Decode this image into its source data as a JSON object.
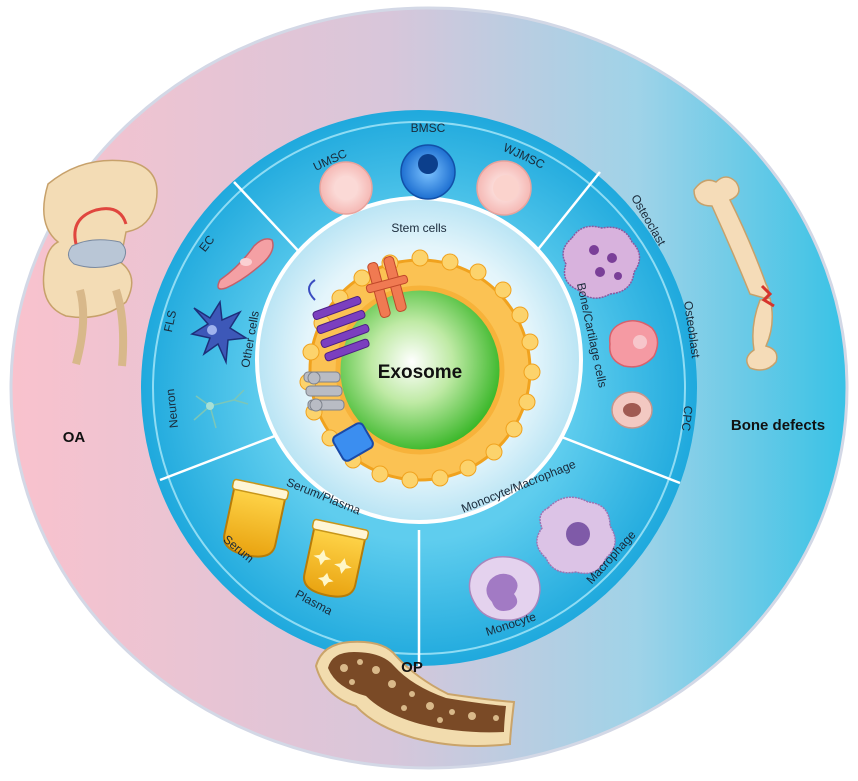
{
  "center": {
    "label": "Exosome"
  },
  "diseases": {
    "left": "OA",
    "right": "Bone defects",
    "bottom": "OP"
  },
  "sectors": {
    "stem": {
      "title": "Stem cells",
      "cells": [
        "UMSC",
        "BMSC",
        "WJMSC"
      ]
    },
    "bone": {
      "title": "Bone/Cartilage cells",
      "cells": [
        "Osteoclast",
        "Osteoblast",
        "CPC"
      ]
    },
    "mono": {
      "title": "Monocyte/Macrophage",
      "cells": [
        "Macrophage",
        "Monocyte"
      ]
    },
    "serum": {
      "title": "Serum/Plasma",
      "cells": [
        "Serum",
        "Plasma"
      ]
    },
    "other": {
      "title": "Other cells",
      "cells": [
        "EC",
        "FLS",
        "Neuron"
      ]
    }
  },
  "colors": {
    "outer_left": "#f8c8d2",
    "outer_right": "#3ec4e6",
    "ring": "#2fb6e3",
    "exosome_core": "#4cc43a",
    "membrane": "#f6b330"
  }
}
